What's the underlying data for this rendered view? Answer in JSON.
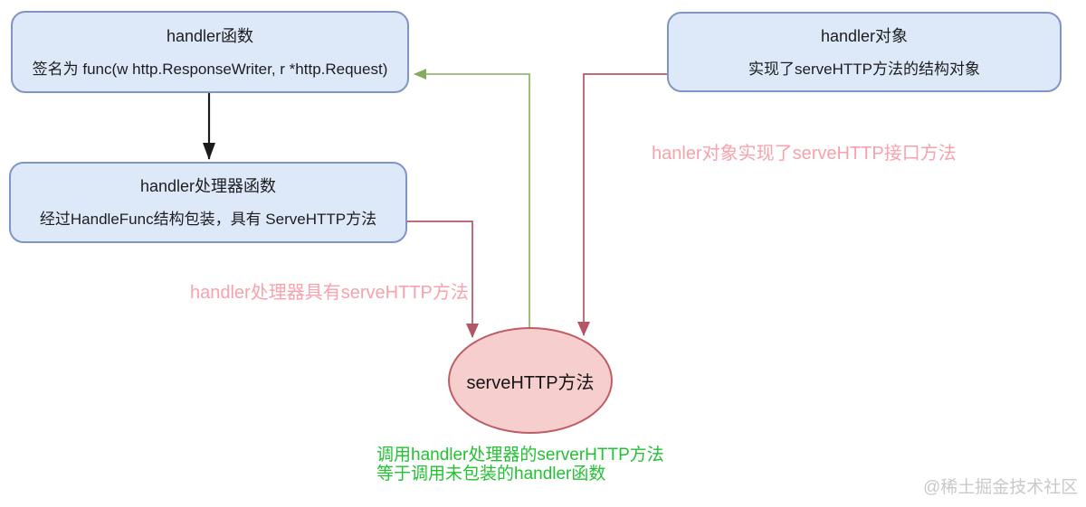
{
  "diagram": {
    "nodes": {
      "handler_func": {
        "title": "handler函数",
        "desc": "签名为 func(w http.ResponseWriter, r *http.Request)"
      },
      "handler_obj": {
        "title": "handler对象",
        "desc": "实现了serveHTTP方法的结构对象"
      },
      "handler_wrapper": {
        "title": "handler处理器函数",
        "desc": "经过HandleFunc结构包装，具有 ServeHTTP方法"
      },
      "servehttp_ellipse": {
        "label": "serveHTTP方法"
      }
    },
    "edge_labels": {
      "obj_implements": "hanler对象实现了serveHTTP接口方法",
      "wrapper_has": "handler处理器具有serveHTTP方法"
    },
    "call_note": {
      "line1": "调用handler处理器的serverHTTP方法",
      "line2": "等于调用未包装的handler函数"
    },
    "watermark": "@稀土掘金技术社区",
    "colors": {
      "box_fill": "#dde9f8",
      "box_border": "#8095c5",
      "ellipse_fill": "#f5cecd",
      "ellipse_border": "#c05c63",
      "arrow_red": "#b25763",
      "arrow_green": "#85ab5f",
      "arrow_black": "#1c1c1c",
      "label_pink": "#f9a2ac",
      "note_green": "#23c133",
      "watermark_gray": "#c9c9c9"
    }
  }
}
